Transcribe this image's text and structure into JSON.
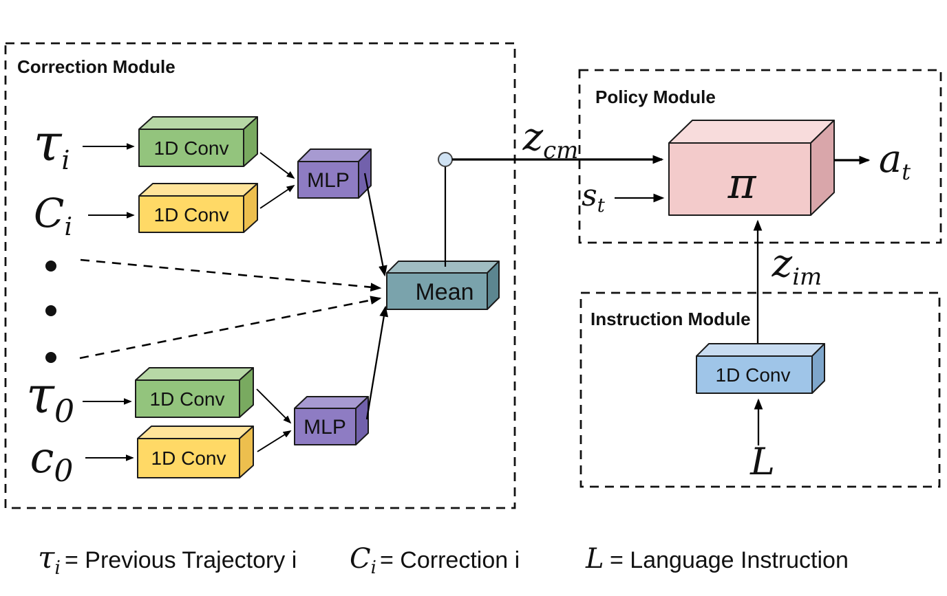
{
  "modules": {
    "correction": "Correction Module",
    "policy": "Policy Module",
    "instruction": "Instruction Module"
  },
  "blocks": {
    "conv_traj_i": "1D Conv",
    "conv_corr_i": "1D Conv",
    "mlp_i": "MLP",
    "conv_traj_0": "1D Conv",
    "conv_corr_0": "1D Conv",
    "mlp_0": "MLP",
    "mean": "Mean",
    "policy_pi": "π",
    "conv_instruction": "1D Conv"
  },
  "symbols": {
    "tau_i": {
      "base": "τ",
      "sub": "i"
    },
    "c_i": {
      "base": "C",
      "sub": "i"
    },
    "tau_0": {
      "base": "τ",
      "sub": "0"
    },
    "c_0": {
      "base": "c",
      "sub": "0"
    },
    "z_cm": {
      "base": "z",
      "sub": "cm"
    },
    "s_t": {
      "base": "s",
      "sub": "t"
    },
    "a_t": {
      "base": "a",
      "sub": "t"
    },
    "z_im": {
      "base": "z",
      "sub": "im"
    },
    "L": {
      "base": "L",
      "sub": ""
    }
  },
  "legend": {
    "items": [
      {
        "symbol": "τ",
        "sub": "i",
        "definition": "= Previous Trajectory i"
      },
      {
        "symbol": "C",
        "sub": "i",
        "definition": "= Correction i"
      },
      {
        "symbol": "L",
        "sub": "",
        "definition": "= Language Instruction"
      }
    ]
  },
  "colors": {
    "green_front": "#93c47d",
    "green_top": "#b7d8a6",
    "green_side": "#79aa60",
    "yellow_front": "#ffd966",
    "yellow_top": "#ffe49a",
    "yellow_side": "#edbf4e",
    "purple_front": "#8e7cc3",
    "purple_top": "#a79ad1",
    "purple_side": "#7261ac",
    "teal_front": "#7aa3ac",
    "teal_top": "#a0bdc2",
    "teal_side": "#5c8690",
    "pink_front": "#f3cbcb",
    "pink_top": "#f8dcdc",
    "pink_side": "#d9a6aa",
    "blue_front": "#9fc5e8",
    "blue_top": "#c8dcf1",
    "blue_side": "#7ea6cb",
    "node_fill": "#cfe2f3",
    "ink": "#111111"
  }
}
